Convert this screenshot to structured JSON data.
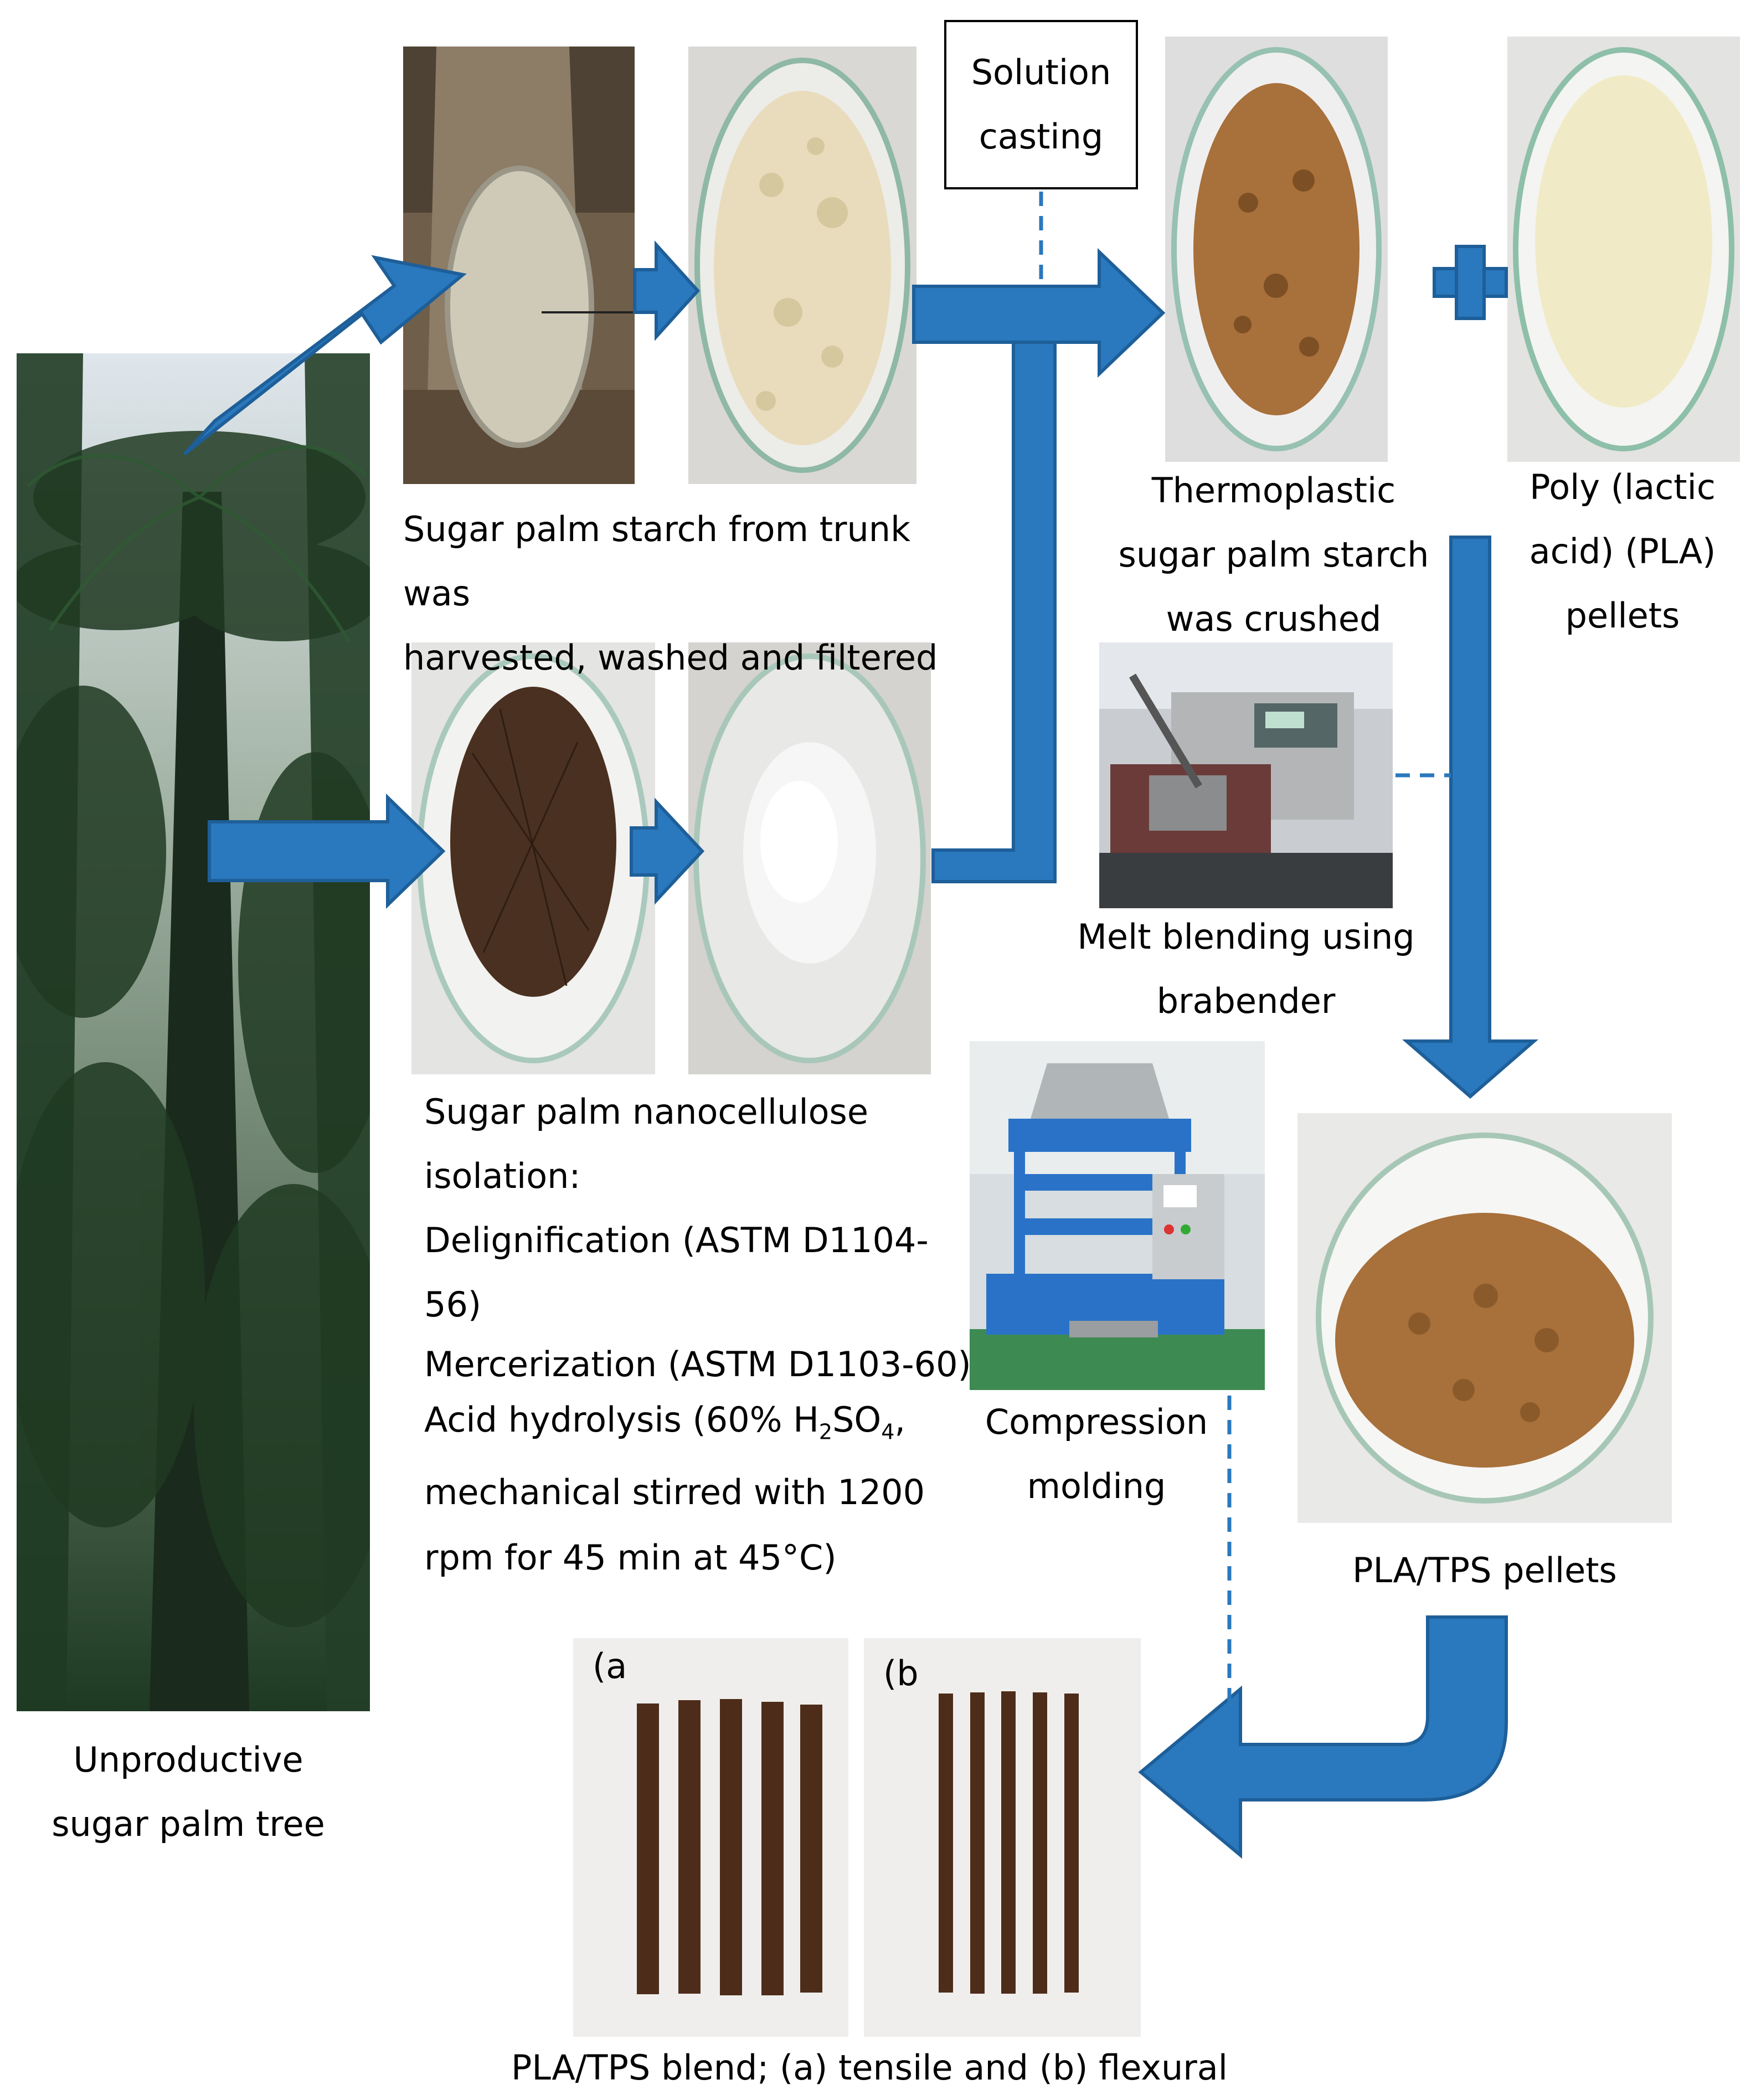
{
  "colors": {
    "arrow_fill": "#2a78bd",
    "arrow_stroke": "#1e5f99",
    "dashed_line": "#2a78bd",
    "starch_powder": "#e8dcbc",
    "tps_brown": "#a8703a",
    "pla_pellets": "#f0ebc6",
    "fiber_dark": "#4a3020",
    "nanocellulose_white": "#f6f6f6",
    "strip_brown": "#4e2c1a",
    "machine_blue": "#2a72c8"
  },
  "nodes": {
    "tree": {
      "icon": "palm-tree-photo",
      "label": [
        "Unproductive",
        "sugar palm tree"
      ]
    },
    "trunk": {
      "icon": "palm-trunk-photo"
    },
    "starch_powder": {
      "icon": "starch-powder-dish-photo"
    },
    "starch_caption": {
      "lines": [
        "Sugar palm starch from trunk was",
        "harvested, washed and filtered"
      ]
    },
    "fiber": {
      "icon": "fiber-dish-photo"
    },
    "nanocellulose": {
      "icon": "nanocellulose-dish-photo"
    },
    "nanocellulose_caption": {
      "lines": [
        "Sugar palm nanocellulose",
        "isolation:",
        "Delignification (ASTM D1104-",
        "56)",
        "Mercerization (ASTM D1103-60)"
      ],
      "acid_prefix": "Acid hydrolysis (60% H",
      "acid_sub1": "2",
      "acid_mid": "SO",
      "acid_sub2": "4",
      "acid_suffix": ",",
      "tail_lines": [
        "mechanical stirred with 1200",
        "rpm for 45 min at 45°C)"
      ]
    },
    "solution_casting": {
      "lines": [
        "Solution",
        "casting"
      ]
    },
    "tps": {
      "icon": "tps-dish-photo",
      "label": [
        "Thermoplastic",
        "sugar palm starch",
        "was crushed"
      ]
    },
    "pla": {
      "icon": "pla-pellets-dish-photo",
      "label": [
        "Poly (lactic",
        "acid) (PLA)",
        "pellets"
      ]
    },
    "brabender": {
      "icon": "brabender-machine-photo",
      "label": [
        "Melt blending using",
        "brabender"
      ]
    },
    "press": {
      "icon": "compression-press-photo",
      "label": [
        "Compression",
        "molding"
      ]
    },
    "blend_pellets": {
      "icon": "pla-tps-pellets-dish-photo",
      "label": [
        "PLA/TPS pellets"
      ]
    },
    "tensile": {
      "icon": "tensile-specimens-photo",
      "tag": "(a"
    },
    "flexural": {
      "icon": "flexural-specimens-photo",
      "tag": "(b"
    },
    "final_caption": {
      "lines": [
        "PLA/TPS blend; (a) tensile and (b) flexural"
      ]
    }
  },
  "operators": {
    "plus": "plus-icon"
  }
}
